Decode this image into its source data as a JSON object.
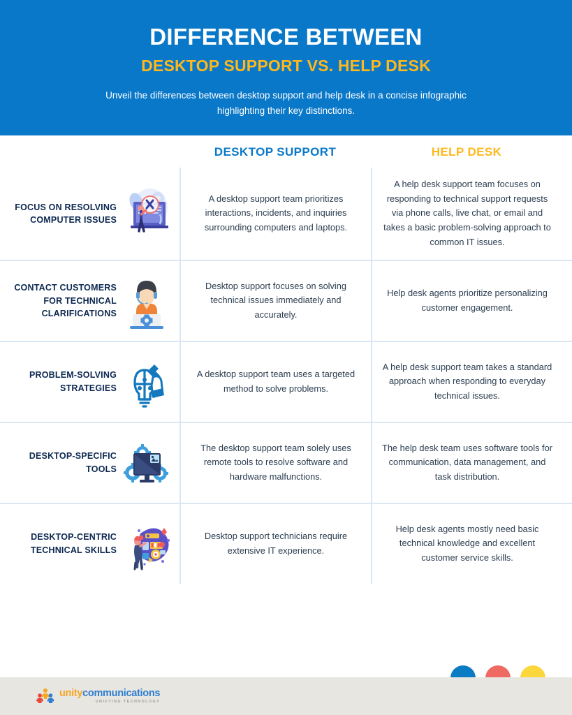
{
  "header": {
    "title": "DIFFERENCE BETWEEN",
    "subtitle": "DESKTOP SUPPORT VS. HELP DESK",
    "description": "Unveil the differences between desktop support and help desk in a concise infographic highlighting their key distinctions."
  },
  "columns": {
    "desktop_support": "DESKTOP SUPPORT",
    "help_desk": "HELP DESK"
  },
  "rows": [
    {
      "label": "FOCUS ON RESOLVING COMPUTER ISSUES",
      "icon": "computer-repair-icon",
      "desktop_support": "A desktop support team prioritizes interactions, incidents, and inquiries surrounding computers and laptops.",
      "help_desk": "A help desk support team focuses on responding to technical support requests via phone calls, live chat, or email and takes a basic problem-solving approach to common IT issues."
    },
    {
      "label": "CONTACT CUSTOMERS FOR TECHNICAL CLARIFICATIONS",
      "icon": "support-agent-headset-icon",
      "desktop_support": "Desktop support focuses on solving technical issues immediately and accurately.",
      "help_desk": "Help desk agents prioritize personalizing customer engagement."
    },
    {
      "label": "PROBLEM-SOLVING STRATEGIES",
      "icon": "puzzle-lightbulb-icon",
      "desktop_support": "A desktop support team uses a targeted method to solve problems.",
      "help_desk": "A help desk support team takes a standard approach when responding to everyday technical issues."
    },
    {
      "label": "DESKTOP-SPECIFIC TOOLS",
      "icon": "monitor-gears-icon",
      "desktop_support": "The desktop support team solely uses remote tools to resolve software and hardware malfunctions.",
      "help_desk": "The help desk team uses software tools for communication, data management, and task distribution."
    },
    {
      "label": "DESKTOP-CENTRIC TECHNICAL SKILLS",
      "icon": "skills-collage-icon",
      "desktop_support": "Desktop support technicians require extensive IT experience.",
      "help_desk": "Help desk agents mostly need basic technical knowledge and excellent customer service skills."
    }
  ],
  "footer": {
    "logo_name_part1": "unity",
    "logo_name_part2": "communications",
    "logo_tagline": "UNIFYING TECHNOLOGY",
    "logo_icon": "people-group-logo-icon"
  },
  "colors": {
    "header_background": "#0a78c8",
    "accent_yellow": "#ffb71b",
    "accent_blue": "#0a78c8",
    "dark_text": "#0d2850",
    "divider": "#dbe6f3",
    "footer_background": "#e8e6e1",
    "dot_blue": "#0a7cc4",
    "dot_red": "#ef6a63",
    "dot_yellow": "#fbd63d"
  }
}
